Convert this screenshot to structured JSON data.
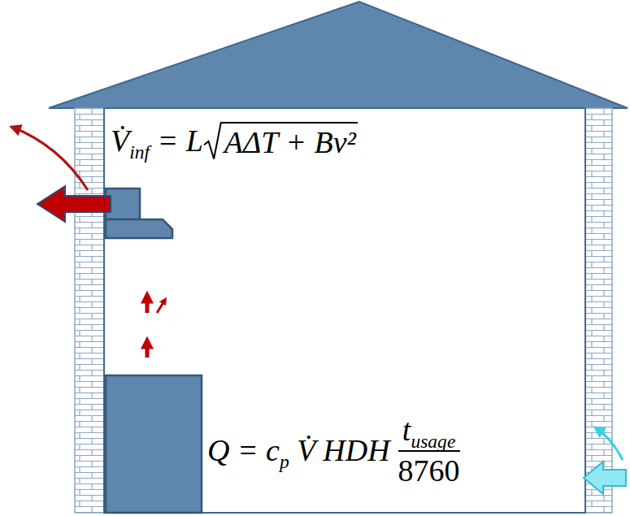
{
  "diagram": {
    "labels": [
      "V̇",
      "inf",
      "= L",
      "AΔT + Bv²",
      "Q = c",
      "p",
      "V̇ HDH",
      "t",
      "usage",
      "8760"
    ]
  }
}
